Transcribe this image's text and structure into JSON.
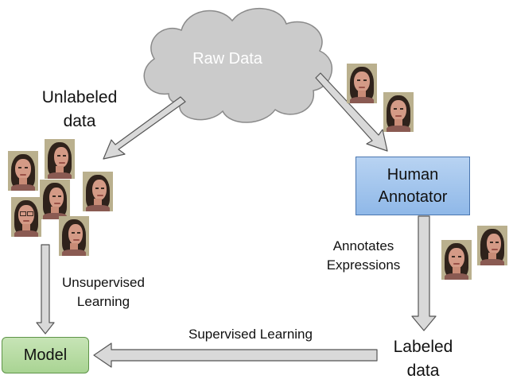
{
  "cloud": {
    "label": "Raw Data",
    "color": "#cbcbcb"
  },
  "annotator": {
    "line1": "Human",
    "line2": "Annotator",
    "fill": "#a6c6ee"
  },
  "model": {
    "label": "Model",
    "fill": "#b8dba5"
  },
  "labels": {
    "unlabeled_line1": "Unlabeled",
    "unlabeled_line2": "data",
    "labeled_line1": "Labeled",
    "labeled_line2": "data",
    "unsupervised_line1": "Unsupervised",
    "unsupervised_line2": "Learning",
    "annotates_line1": "Annotates",
    "annotates_line2": "Expressions",
    "supervised": "Supervised Learning"
  },
  "colors": {
    "arrow_fill": "#d9d9d9",
    "arrow_stroke": "#555555"
  }
}
